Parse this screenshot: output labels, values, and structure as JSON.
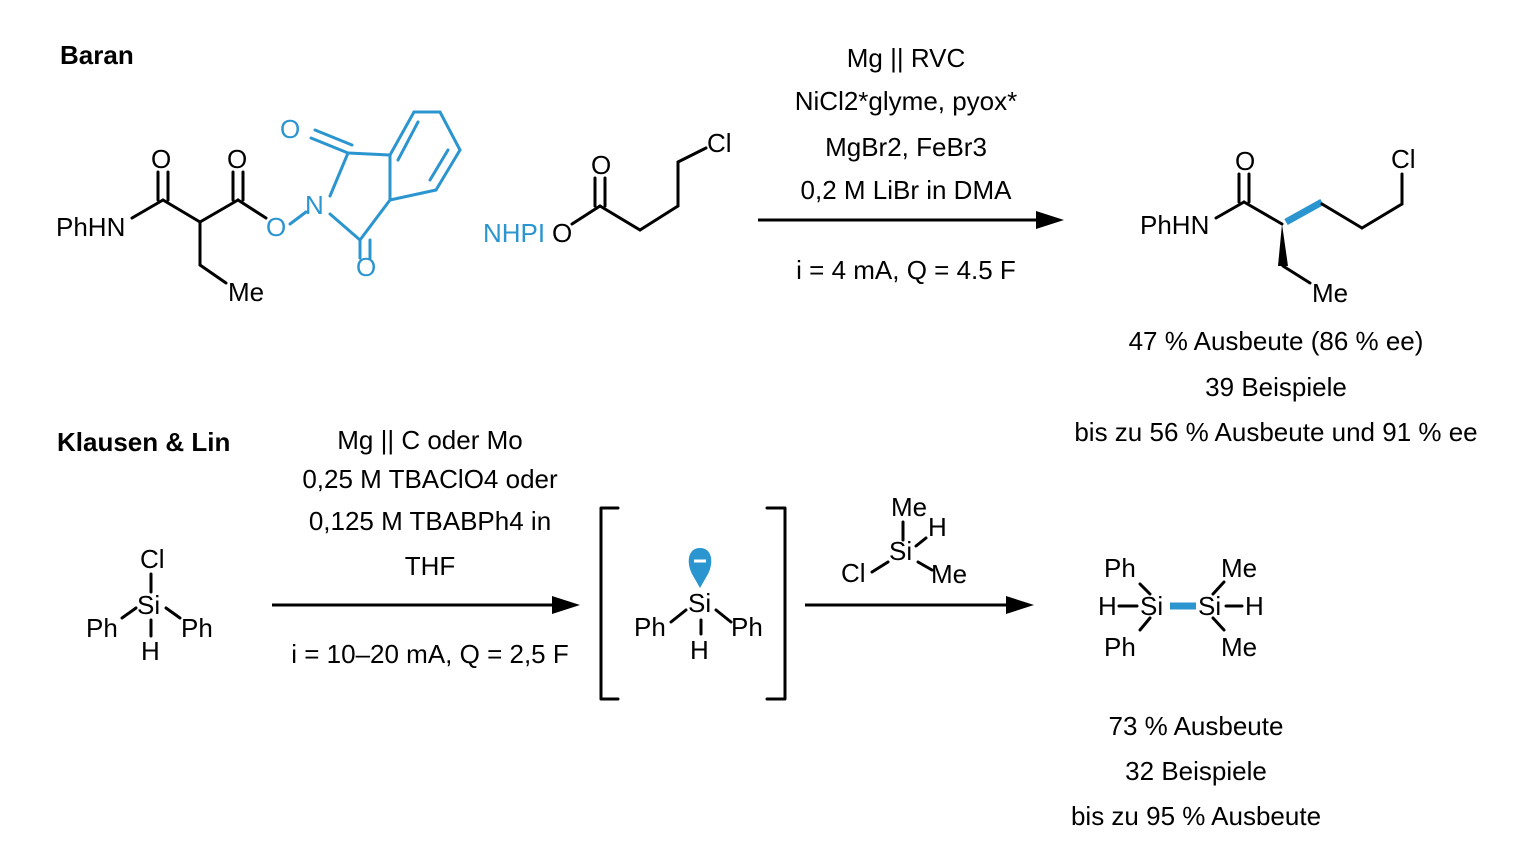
{
  "baran": {
    "header": "Baran",
    "reagent": {
      "prefix": "NHPI",
      "O": "O",
      "Cl": "Cl"
    },
    "substrate": {
      "PhHN": "PhHN",
      "O1": "O",
      "O2": "O",
      "O3": "O",
      "N": "N",
      "O4": "O",
      "O5": "O",
      "Me": "Me"
    },
    "conditions": {
      "line1": "Mg || RVC",
      "line2": "NiCl2*glyme, pyox*",
      "line3": "MgBr2, FeBr3",
      "line4": "0,2 M LiBr in DMA",
      "line5": "i = 4 mA, Q = 4.5 F"
    },
    "product": {
      "PhHN": "PhHN",
      "O": "O",
      "Cl": "Cl",
      "Me": "Me"
    },
    "results": {
      "yield": "47 % Ausbeute (86 % ee)",
      "examples": "39 Beispiele",
      "best": "bis zu 56 % Ausbeute und 91 % ee"
    }
  },
  "klausen": {
    "header": "Klausen & Lin",
    "conditions": {
      "line1": "Mg || C oder Mo",
      "line2": "0,25 M TBAClO4 oder",
      "line3": "0,125 M TBABPh4 in",
      "line4": "THF",
      "line5": "i = 10–20 mA, Q = 2,5 F"
    },
    "reagent2": {
      "Me": "Me",
      "H": "H",
      "Cl": "Cl",
      "Si": "Si",
      "Me2": "Me"
    },
    "results": {
      "yield": "73 % Ausbeute",
      "examples": "32 Beispiele",
      "best": "bis zu 95 % Ausbeute"
    }
  },
  "colors": {
    "highlight": "#2b95d0",
    "ink": "#000000"
  }
}
